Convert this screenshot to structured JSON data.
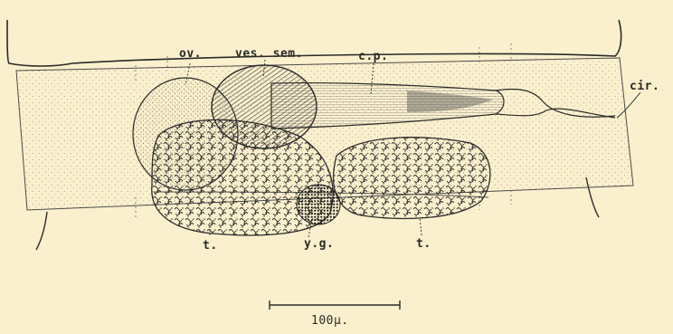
{
  "figure": {
    "labels": {
      "ovary": "ov.",
      "seminal_vesicle": "ves. sem.",
      "cirrus_pouch": "c.p.",
      "cirrus": "cir.",
      "testis_left": "t.",
      "yolk_gland": "y.g.",
      "testis_right": "t."
    },
    "scale_bar": {
      "label": "100μ."
    }
  }
}
